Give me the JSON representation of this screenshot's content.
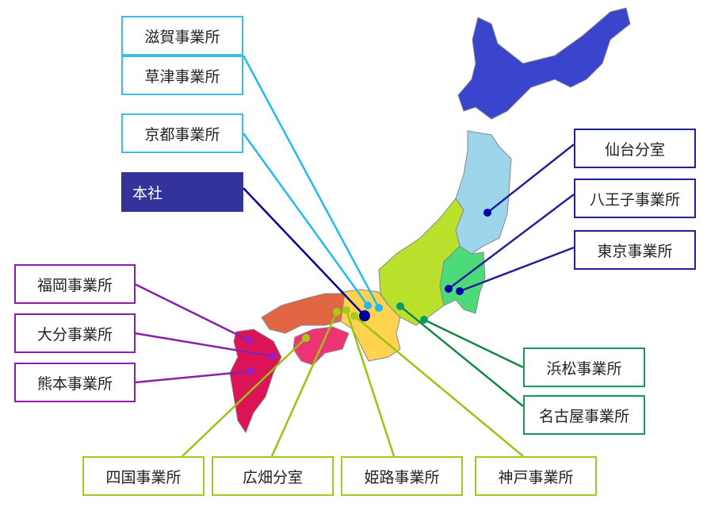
{
  "offices": {
    "shiga": "滋賀事業所",
    "kusatsu": "草津事業所",
    "kyoto": "京都事業所",
    "hq": "本社",
    "fukuoka": "福岡事業所",
    "oita": "大分事業所",
    "kumamoto": "熊本事業所",
    "sendai": "仙台分室",
    "hachioji": "八王子事業所",
    "tokyo": "東京事業所",
    "hamamatsu": "浜松事業所",
    "nagoya": "名古屋事業所",
    "shikoku": "四国事業所",
    "hirohata": "広畑分室",
    "himeji": "姫路事業所",
    "kobe": "神戸事業所"
  },
  "colors": {
    "kinki_line": "#22bbee",
    "hq": "#000099",
    "kyushu_line": "#8a1fa8",
    "east_line": "#222299",
    "tokai_line": "#118844",
    "west_line": "#99c414",
    "hokkaido": "#3b44cc",
    "tohoku": "#9dd6ea",
    "kanto": "#4ddb7a",
    "chubu": "#b9e12c",
    "kinki": "#ffd24f",
    "chugoku": "#e06644",
    "shikoku": "#ef3474",
    "kyushu": "#dc1356"
  }
}
